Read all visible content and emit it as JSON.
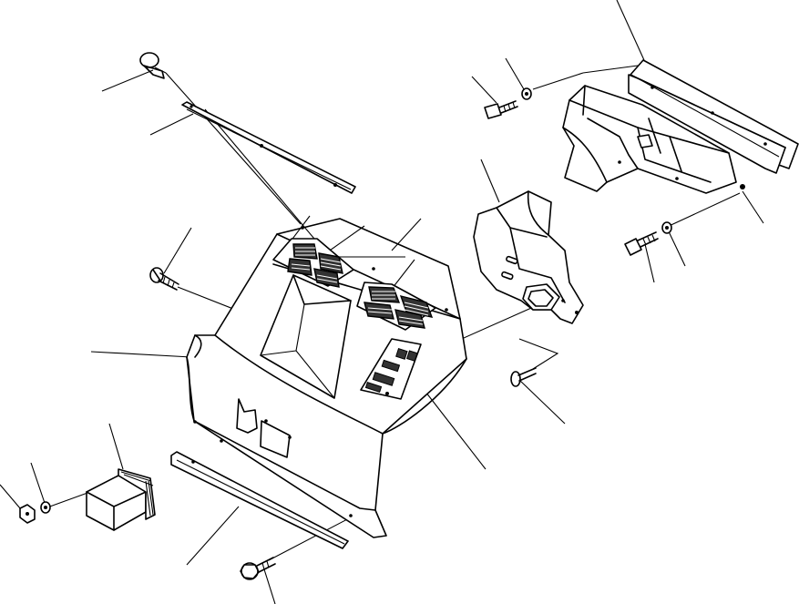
{
  "figure": {
    "kind": "exploded parts diagram",
    "line_color": "#000000",
    "background_color": "#ffffff",
    "parts": [
      "main-cover",
      "top-stay-bar",
      "lower-trim-bar",
      "rear-air-duct",
      "side-duct-elbow",
      "front-outlet-box",
      "vent-grille-left",
      "vent-grille-right",
      "switch-panel",
      "mounting-bolt",
      "washer",
      "nut",
      "knob",
      "push-rivet"
    ]
  }
}
